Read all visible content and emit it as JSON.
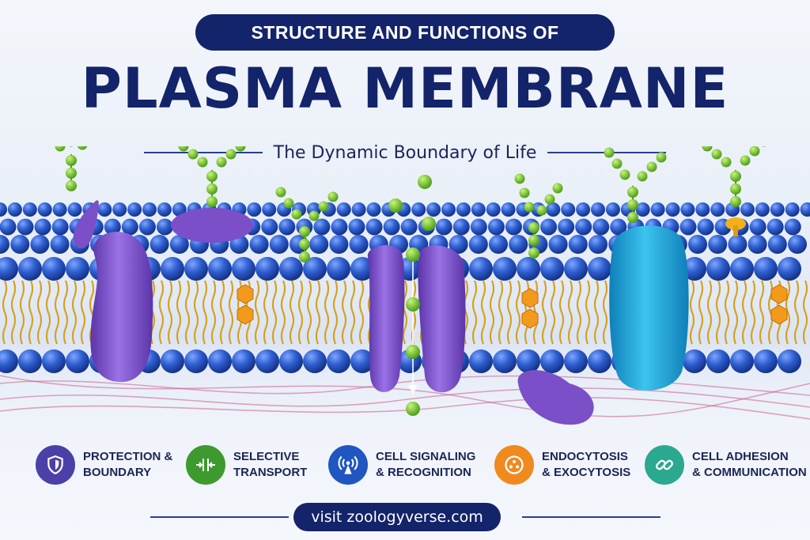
{
  "header": {
    "pre_title": "STRUCTURE AND FUNCTIONS OF",
    "title": "PLASMA MEMBRANE",
    "subtitle": "The Dynamic Boundary of Life"
  },
  "features": [
    {
      "icon": "shield-icon",
      "line1": "PROTECTION &",
      "line2": "BOUNDARY",
      "color": "#4b3fa8"
    },
    {
      "icon": "transport-arrows-icon",
      "line1": "SELECTIVE",
      "line2": "TRANSPORT",
      "color": "#3c9a2e"
    },
    {
      "icon": "signal-tower-icon",
      "line1": "CELL SIGNALING",
      "line2": "& RECOGNITION",
      "color": "#1f56c0"
    },
    {
      "icon": "vesicle-icon",
      "line1": "ENDOCYTOSIS",
      "line2": "& EXOCYTOSIS",
      "color": "#f0891e"
    },
    {
      "icon": "chain-link-icon",
      "line1": "CELL ADHESION",
      "line2": "& COMMUNICATION",
      "color": "#2aa890"
    }
  ],
  "footer": {
    "website": "visit zoologyverse.com"
  },
  "colors": {
    "navy": "#13246a",
    "phospholipid_head": "#2f5fd0",
    "lipid_tail": "#d6a21a",
    "protein_purple": "#7a4fc8",
    "protein_cyan": "#1fa5d8",
    "glyco_green": "#6cc52c",
    "cholesterol": "#f39a1c"
  }
}
